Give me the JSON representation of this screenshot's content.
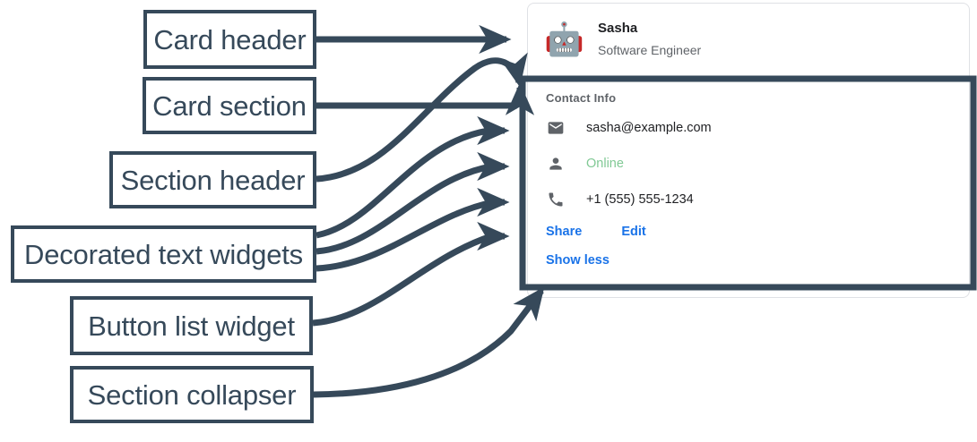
{
  "annotations": {
    "boxes": [
      {
        "key": "card-header",
        "label": "Card header"
      },
      {
        "key": "card-section",
        "label": "Card section"
      },
      {
        "key": "section-header",
        "label": "Section header"
      },
      {
        "key": "decorated-text",
        "label": "Decorated text widgets"
      },
      {
        "key": "button-list",
        "label": "Button list widget"
      },
      {
        "key": "section-collapser",
        "label": "Section collapser"
      }
    ],
    "line_color": "#36495a",
    "box_fill": "#ffffff"
  },
  "card": {
    "header": {
      "avatar_icon": "robot-avatar",
      "avatar_glyph": "🤖",
      "title": "Sasha",
      "subtitle": "Software Engineer"
    },
    "section": {
      "header": "Contact Info",
      "rows": [
        {
          "icon": "email-icon",
          "text": "sasha@example.com",
          "color": "#202124"
        },
        {
          "icon": "person-icon",
          "text": "Online",
          "color": "#81c995"
        },
        {
          "icon": "phone-icon",
          "text": "+1 (555) 555-1234",
          "color": "#202124"
        }
      ],
      "buttons": [
        {
          "label": "Share"
        },
        {
          "label": "Edit"
        }
      ],
      "collapser": {
        "label": "Show less"
      }
    }
  },
  "colors": {
    "annotation": "#36495a",
    "link": "#1a73e8",
    "status_online": "#81c995",
    "muted_text": "#5f6368",
    "primary_text": "#202124",
    "card_border": "#dfe1e5"
  }
}
